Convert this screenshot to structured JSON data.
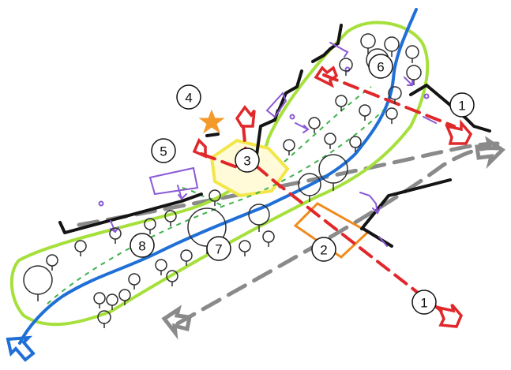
{
  "diagram": {
    "markers": [
      {
        "id": "m1a",
        "label": "1"
      },
      {
        "id": "m1b",
        "label": "1"
      },
      {
        "id": "m2",
        "label": "2"
      },
      {
        "id": "m3",
        "label": "3"
      },
      {
        "id": "m4",
        "label": "4"
      },
      {
        "id": "m5",
        "label": "5"
      },
      {
        "id": "m6",
        "label": "6"
      },
      {
        "id": "m7",
        "label": "7"
      },
      {
        "id": "m8",
        "label": "8"
      }
    ],
    "colors": {
      "park_outline": "#a6e03c",
      "river": "#1f6fd6",
      "main_axis": "#e0282b",
      "green_path": "#3fb24a",
      "gray_road": "#8a8a8a",
      "walls": "#141414",
      "plaza": "#f2e64a",
      "square": "#f08a1c",
      "arrows": "#8a5ad6",
      "star": "#f39a2a",
      "trees": "#2e2e2e"
    }
  }
}
